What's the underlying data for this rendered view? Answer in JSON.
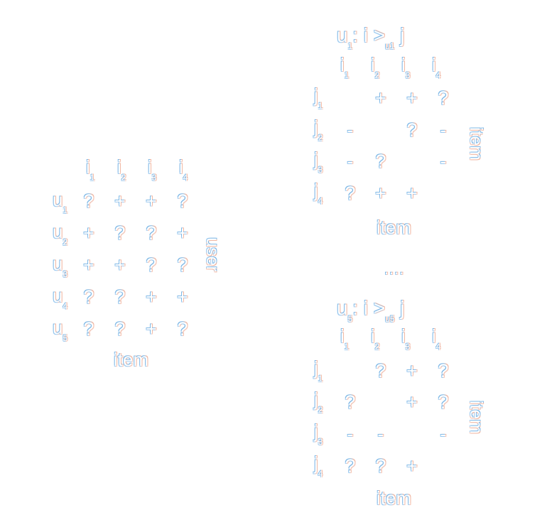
{
  "user_item_matrix": {
    "col_headers": [
      {
        "base": "i",
        "sub": "1"
      },
      {
        "base": "i",
        "sub": "2"
      },
      {
        "base": "i",
        "sub": "3"
      },
      {
        "base": "i",
        "sub": "4"
      }
    ],
    "rows": [
      {
        "base": "u",
        "sub": "1",
        "cells": [
          "?",
          "+",
          "+",
          "?"
        ]
      },
      {
        "base": "u",
        "sub": "2",
        "cells": [
          "+",
          "?",
          "?",
          "+"
        ]
      },
      {
        "base": "u",
        "sub": "3",
        "cells": [
          "+",
          "+",
          "?",
          "?"
        ]
      },
      {
        "base": "u",
        "sub": "4",
        "cells": [
          "?",
          "?",
          "+",
          "+"
        ]
      },
      {
        "base": "u",
        "sub": "5",
        "cells": [
          "?",
          "?",
          "+",
          "?"
        ]
      }
    ],
    "x_axis_label": "item",
    "y_axis_label": "user"
  },
  "pairwise_matrices": [
    {
      "title_user": "u",
      "title_user_sub": "1",
      "title_rest": ":  i >",
      "title_rel_sub": "u1",
      "title_end": " j",
      "col_headers": [
        {
          "base": "i",
          "sub": "1"
        },
        {
          "base": "i",
          "sub": "2"
        },
        {
          "base": "i",
          "sub": "3"
        },
        {
          "base": "i",
          "sub": "4"
        }
      ],
      "rows": [
        {
          "base": "j",
          "sub": "1",
          "cells": [
            "",
            "+",
            "+",
            "?"
          ]
        },
        {
          "base": "j",
          "sub": "2",
          "cells": [
            "-",
            "",
            "?",
            "-"
          ]
        },
        {
          "base": "j",
          "sub": "3",
          "cells": [
            "-",
            "?",
            "",
            "-"
          ]
        },
        {
          "base": "j",
          "sub": "4",
          "cells": [
            "?",
            "+",
            "+",
            ""
          ]
        }
      ],
      "x_axis_label": "item",
      "y_axis_label": "item"
    },
    {
      "title_user": "u",
      "title_user_sub": "5",
      "title_rest": ":  i >",
      "title_rel_sub": "u5",
      "title_end": " j",
      "col_headers": [
        {
          "base": "i",
          "sub": "1"
        },
        {
          "base": "i",
          "sub": "2"
        },
        {
          "base": "i",
          "sub": "3"
        },
        {
          "base": "i",
          "sub": "4"
        }
      ],
      "rows": [
        {
          "base": "j",
          "sub": "1",
          "cells": [
            "",
            "?",
            "+",
            "?"
          ]
        },
        {
          "base": "j",
          "sub": "2",
          "cells": [
            "?",
            "",
            "+",
            "?"
          ]
        },
        {
          "base": "j",
          "sub": "3",
          "cells": [
            "-",
            "-",
            "",
            "-"
          ]
        },
        {
          "base": "j",
          "sub": "4",
          "cells": [
            "?",
            "?",
            "+",
            ""
          ]
        }
      ],
      "x_axis_label": "item",
      "y_axis_label": "item"
    }
  ],
  "ellipsis": "...."
}
